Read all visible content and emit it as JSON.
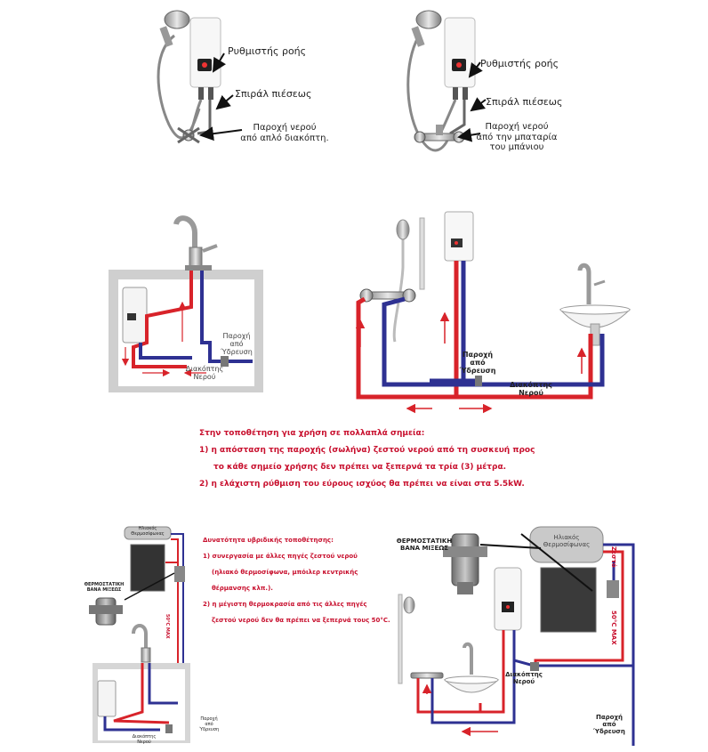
{
  "colors": {
    "hot": "#d8232a",
    "cold": "#2e3192",
    "note_red": "#c8102e",
    "panel": "#d9d9d9"
  },
  "top_left": {
    "flow_regulator": "Ρυθμιστής ροής",
    "pressure_spiral": "Σπιράλ πιέσεως",
    "supply_line1": "Παροχή νερού",
    "supply_line2": "από απλό διακόπτη."
  },
  "top_right": {
    "flow_regulator": "Ρυθμιστής ροής",
    "pressure_spiral": "Σπιράλ πιέσεως",
    "supply_line1": "Παροχή νερού",
    "supply_line2": "από την μπαταρία",
    "supply_line3": "του μπάνιου"
  },
  "middle_left": {
    "supply_line1": "Παροχή",
    "supply_line2": "από",
    "supply_line3": "Ύδρευση",
    "switch_line1": "Διακόπτης",
    "switch_line2": "Νερού"
  },
  "middle_right": {
    "supply_line1": "Παροχή",
    "supply_line2": "από",
    "supply_line3": "Ύδρευση",
    "switch_line1": "Διακόπτης",
    "switch_line2": "Νερού"
  },
  "multipoint_note": {
    "heading": "Στην τοποθέτηση για χρήση σε πολλαπλά σημεία:",
    "line1": "1) η απόσταση της παροχής (σωλήνα) ζεστού νερού από τη συσκευή προς",
    "line2": "το κάθε σημείο χρήσης δεν πρέπει να ξεπερνά τα τρία (3) μέτρα.",
    "line3": "2) η ελάχιστη ρύθμιση του εύρους ισχύος θα πρέπει να είναι στα 5.5kW."
  },
  "hybrid_note": {
    "heading": "Δυνατότητα υβριδικής τοποθέτησης:",
    "line1": "1) συνεργασία με άλλες πηγές ζεστού νερού",
    "line2": "(ηλιακό θερμοσίφωνα, μπόιλερ κεντρικής",
    "line3": "θέρμανσης κλπ.).",
    "line4": "2) η μέγιστη θερμοκρασία από τις άλλες πηγές",
    "line5": "ζεστού νερού δεν θα πρέπει να ξεπερνά τους 50°C."
  },
  "bottom_left": {
    "solar_line1": "Ηλιακός",
    "solar_line2": "Θερμοσίφωνας",
    "mixer_line1": "ΘΕΡΜΟΣΤΑΤΙΚΗ",
    "mixer_line2": "ΒΑΝΑ ΜΙΞΕΩΣ",
    "max_temp": "50°C MAX",
    "supply_line1": "Παροχή",
    "supply_line2": "από",
    "supply_line3": "Ύδρευση",
    "switch_line1": "Διακόπτης",
    "switch_line2": "Νερού"
  },
  "bottom_right": {
    "solar_line1": "Ηλιακός",
    "solar_line2": "Θερμοσίφωνας",
    "mixer_line1": "ΘΕΡΜΟΣΤΑΤΙΚΗ",
    "mixer_line2": "ΒΑΝΑ ΜΙΞΕΩΣ",
    "cold_label": "Ζεστό",
    "max_temp": "50°C MAX",
    "switch_line1": "Διακόπτης",
    "switch_line2": "Νερού",
    "supply_line1": "Παροχή",
    "supply_line2": "από",
    "supply_line3": "Ύδρευση"
  }
}
